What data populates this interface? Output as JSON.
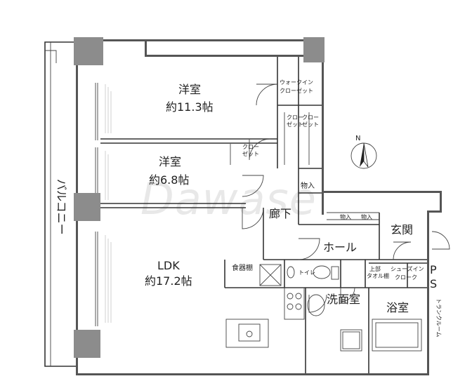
{
  "rooms": {
    "western_room_1": {
      "name": "洋室",
      "size": "約11.3帖"
    },
    "western_room_2": {
      "name": "洋室",
      "size": "約6.8帖"
    },
    "ldk": {
      "name": "LDK",
      "size": "約17.2帖"
    },
    "walk_in_closet": {
      "line1": "ウォークイン",
      "line2": "クローゼット"
    },
    "closet_a": {
      "line1": "クロー",
      "line2": "ゼット"
    },
    "closet_b": {
      "line1": "クロー",
      "line2": "ゼット"
    },
    "closet_c": {
      "line1": "クロー",
      "line2": "ゼット"
    },
    "storage_1": "物入",
    "storage_2": "物入",
    "storage_3": "物入",
    "corridor": "廊下",
    "hall": "ホール",
    "entrance": "玄関",
    "shoes_in_closet": {
      "line1": "シューズイン",
      "line2": "クローク"
    },
    "upper_storage": {
      "line1": "上部",
      "line2": "タオル棚"
    },
    "toilet": "トイレ",
    "washroom": "洗面室",
    "bathroom": "浴室",
    "cupboard": "食器棚",
    "ps": {
      "line1": "P",
      "line2": "S"
    },
    "trunk_room": "トランクルーム"
  },
  "balcony": "バルコニー",
  "compass": {
    "label": "N"
  },
  "watermark": "Dawase",
  "colors": {
    "wall": "#555555",
    "pillar": "#8c8c8c",
    "line": "#333333"
  }
}
